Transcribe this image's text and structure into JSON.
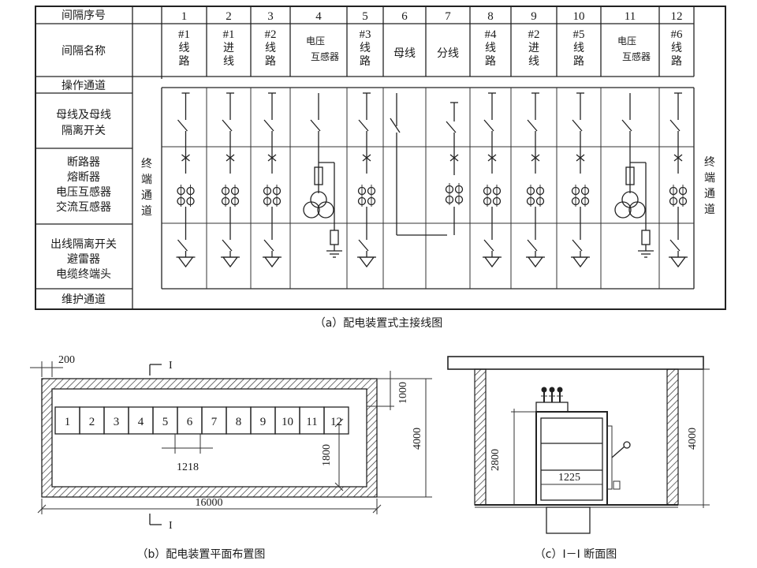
{
  "diagram_a": {
    "rows": {
      "bay_number": "间隔序号",
      "bay_name": "间隔名称",
      "operation_aisle": "操作通道",
      "bus_isolator": [
        "母线及母线",
        "隔离开关"
      ],
      "breaker_group": [
        "断路器",
        "熔断器",
        "电压互感器",
        "交流互感器"
      ],
      "outgoing_group": [
        "出线隔离开关",
        "避雷器",
        "电缆终端头"
      ],
      "maintenance_aisle": "维护通道"
    },
    "end_aisle_left": "终端通道",
    "end_aisle_right": "终端通道",
    "bays": [
      {
        "n": "1",
        "name": [
          "#1",
          "线",
          "路"
        ]
      },
      {
        "n": "2",
        "name": [
          "#1",
          "进",
          "线"
        ]
      },
      {
        "n": "3",
        "name": [
          "#2",
          "线",
          "路"
        ]
      },
      {
        "n": "4",
        "name": [
          "电压",
          "互感器"
        ]
      },
      {
        "n": "5",
        "name": [
          "#3",
          "线",
          "路"
        ]
      },
      {
        "n": "6",
        "name": [
          "母线"
        ]
      },
      {
        "n": "7",
        "name": [
          "分线"
        ]
      },
      {
        "n": "8",
        "name": [
          "#4",
          "线",
          "路"
        ]
      },
      {
        "n": "9",
        "name": [
          "#2",
          "进",
          "线"
        ]
      },
      {
        "n": "10",
        "name": [
          "#5",
          "线",
          "路"
        ]
      },
      {
        "n": "11",
        "name": [
          "电压",
          "互感器"
        ]
      },
      {
        "n": "12",
        "name": [
          "#6",
          "线",
          "路"
        ]
      }
    ],
    "caption": "（a）配电装置式主接线图"
  },
  "diagram_b": {
    "cells": [
      "1",
      "2",
      "3",
      "4",
      "5",
      "6",
      "7",
      "8",
      "9",
      "10",
      "11",
      "12"
    ],
    "section_mark": "I",
    "dims": {
      "wall": "200",
      "right_gap": "1000",
      "depth": "4000",
      "row_offset": "1800",
      "cell_width": "1218",
      "length": "16000"
    },
    "caption": "（b）配电装置平面布置图"
  },
  "diagram_c": {
    "dims": {
      "cabinet_height": "2800",
      "room_height": "4000",
      "cabinet_width": "1225"
    },
    "caption": "（c）I－I 断面图"
  }
}
